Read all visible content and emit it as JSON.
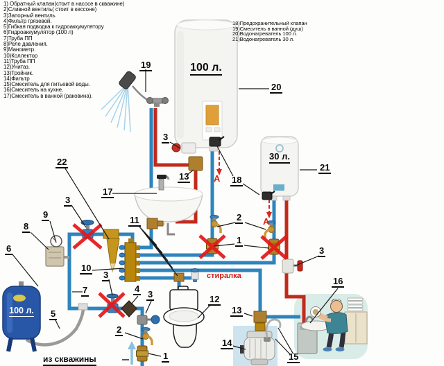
{
  "legend_left": {
    "items": [
      "1) Обратный клапан(стоит в насосе в скважине)",
      "2)Сливной вентиль( стоит в кессоне)",
      "3)Запорный вентиль",
      "4)Фильтр грязевой.",
      "5)Гибкая подводка к гидроаккумулятору",
      "6)Гидроаккумулятор (100 л)",
      "7)Труба ПП",
      "8)Реле давления.",
      "9)Манометр.",
      "10)Коллектор",
      "11)Труба ПП",
      "12)Унитаз.",
      "13)Тройник.",
      "14)Фильтр",
      "15)Смеситель для питьевой воды.",
      "16)Смеситель на кухне.",
      "17)Смеситель в ванной (раковина)."
    ]
  },
  "legend_right": {
    "items": [
      "18)Предохранительный клапан",
      "19)Смеситель в ванной (душ)",
      "20)Водонагреватель 100 л.",
      "21)Водонагреватель 30 л."
    ]
  },
  "callouts": {
    "c1": "1",
    "c2": "2",
    "c3": "3",
    "c4": "4",
    "c5": "5",
    "c6": "6",
    "c7": "7",
    "c8": "8",
    "c9": "9",
    "c10": "10",
    "c11": "11",
    "c12": "12",
    "c13": "13",
    "c14": "14",
    "c15": "15",
    "c16": "16",
    "c17": "17",
    "c18": "18",
    "c19": "19",
    "c20": "20",
    "c21": "21",
    "c22": "22",
    "a": "А"
  },
  "equipment_labels": {
    "heater_100": "100 л.",
    "heater_30": "30 л.",
    "tank_100": "100 л."
  },
  "annotations": {
    "washing_machine": "стиралка",
    "from_well": "из скважины"
  },
  "colors": {
    "cold_pipe": "#2e84bd",
    "hot_pipe": "#c22a1c",
    "cross_mark": "#e61717",
    "hose": "#9a9a96",
    "annotation_red": "#cc2218"
  }
}
